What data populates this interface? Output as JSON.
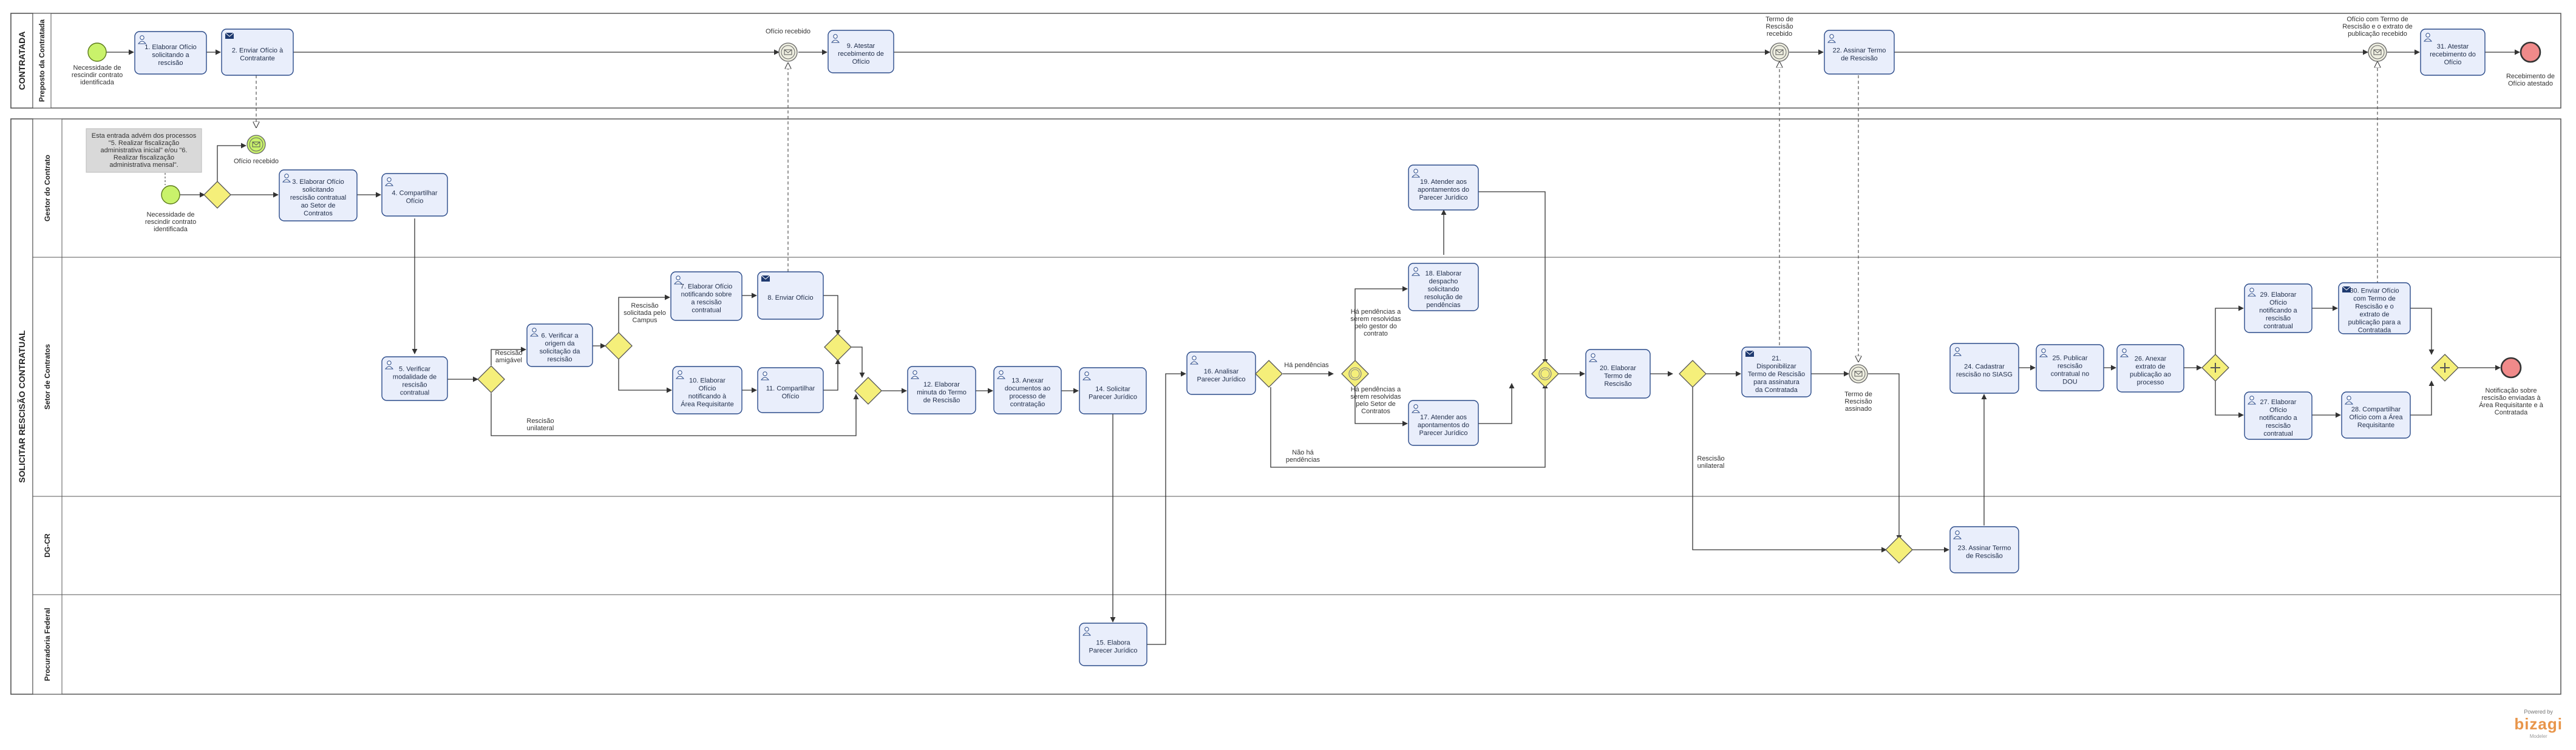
{
  "pools": [
    {
      "id": "contratada",
      "title": "CONTRATADA",
      "lanes": [
        {
          "id": "preposto",
          "title": "Preposto da Contratada"
        }
      ]
    },
    {
      "id": "solicitar",
      "title": "SOLICITAR RESCISÃO CONTRATUAL",
      "lanes": [
        {
          "id": "gestor",
          "title": "Gestor do Contrato"
        },
        {
          "id": "setor",
          "title": "Setor de Contratos"
        },
        {
          "id": "dgcr",
          "title": "DG-CR"
        },
        {
          "id": "procuradoria",
          "title": "Procuradoria Federal"
        }
      ]
    }
  ],
  "tasks": {
    "t1": "1. Elaborar Ofício solicitando a rescisão",
    "t2": "2. Enviar Ofício à Contratante",
    "t3": "3. Elaborar Ofício solicitando rescisão contratual ao Setor de Contratos",
    "t4": "4. Compartilhar Ofício",
    "t5": "5. Verificar modalidade de rescisão contratual",
    "t6": "6. Verificar a origem da solicitação da rescisão",
    "t7": "7. Elaborar Ofício notificando sobre a rescisão contratual",
    "t8": "8. Enviar Ofício",
    "t9": "9. Atestar recebimento de Ofício",
    "t10": "10. Elaborar Ofício notificando à Área Requisitante",
    "t11": "11. Compartilhar Ofício",
    "t12": "12. Elaborar minuta do Termo de Rescisão",
    "t13": "13. Anexar documentos ao processo de contratação",
    "t14": "14. Solicitar Parecer Jurídico",
    "t15": "15. Elabora Parecer Jurídico",
    "t16": "16. Analisar Parecer Jurídico",
    "t17": "17. Atender aos apontamentos do Parecer Jurídico",
    "t18": "18. Elaborar despacho solicitando resolução de pendências",
    "t19": "19. Atender aos apontamentos do Parecer Jurídico",
    "t20": "20. Elaborar Termo de Rescisão",
    "t21": "21. Disponibilizar Termo de Rescisão para assinatura da Contratada",
    "t22": "22. Assinar Termo de Rescisão",
    "t23": "23. Assinar Termo de Rescisão",
    "t24": "24. Cadastrar rescisão no SIASG",
    "t25": "25. Publicar rescisão contratual no DOU",
    "t26": "26. Anexar extrato de publicação ao processo",
    "t27": "27. Elaborar Ofício notificando a rescisão contratual",
    "t28": "28. Compartilhar Ofício com a Área Requisitante",
    "t29": "29. Elaborar Ofício notificando a rescisão contratual",
    "t30": "30. Enviar Ofício com Termo de Rescisão e o extrato de publicação para a Contratada",
    "t31": "31. Atestar recebimento do Ofício"
  },
  "labels": {
    "start_contratada": "Necessidade de rescindir contrato identificada",
    "start_gestor": "Necessidade de rescindir contrato identificada",
    "msg_oficio_recebido_gestor": "Ofício recebido",
    "msg_oficio_recebido_top": "Ofício recebido",
    "msg_termo_recebido": "Termo de Rescisão recebido",
    "msg_termo_assinado": "Termo de Rescisão assinado",
    "msg_oficio_termo": "Ofício com Termo de Rescisão e o extrato de publicação recebido",
    "end_contratada": "Recebimento de Ofício atestado",
    "end_setor": "Notificação sobre rescisão enviadas à Área Requisitante e à Contratada",
    "annotation": "Esta entrada advém dos processos \"5. Realizar fiscalização administrativa inicial\" e/ou \"6. Realizar fiscalização administrativa mensal\".",
    "g_amigavel": "Rescisão amigável",
    "g_unilateral": "Rescisão unilateral",
    "g_campus": "Rescisão solicitada pelo Campus",
    "g_ha_pendencias": "Há pendências",
    "g_nao_ha": "Não há pendências",
    "g_pend_gestor": "Há pendências a serem resolvidas pelo gestor do contrato",
    "g_pend_setor": "Há pendências a serem resolvidas pelo Setor de Contratos",
    "g_unilateral2": "Rescisão unilateral"
  },
  "brand": {
    "powered": "Powered by",
    "name": "bizagi",
    "modeler": "Modeler"
  },
  "colors": {
    "task_fill": "#e9eefb",
    "task_stroke": "#2b4b8a",
    "start": "#c9f26b",
    "end": "#f08a8a",
    "gateway": "#f5ef7a",
    "lane_stroke": "#555555"
  }
}
